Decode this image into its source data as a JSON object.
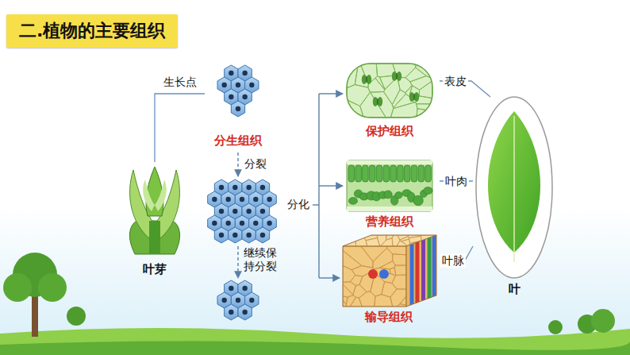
{
  "diagram": {
    "title": "二.植物的主要组织",
    "nodes": [
      {
        "text": [
          "分生组织"
        ]
      },
      {
        "text": [
          "叶芽"
        ]
      },
      {
        "text": [
          "保护组织"
        ]
      },
      {
        "text": [
          "营养组织"
        ]
      },
      {
        "text": [
          "输导组织"
        ]
      },
      {
        "text": [
          "叶"
        ]
      }
    ],
    "edges": [
      {
        "from": 1,
        "to": 0,
        "arrow": "none",
        "label": "生长点"
      },
      {
        "from": 2,
        "to": 5,
        "arrow": "none",
        "label": "表皮"
      },
      {
        "from": 3,
        "to": 5,
        "arrow": "none",
        "label": "叶肉"
      },
      {
        "from": 4,
        "to": 5,
        "arrow": "none",
        "label": "叶脉"
      }
    ],
    "labels": [
      "分裂",
      "分化",
      "继续保持分裂"
    ]
  }
}
